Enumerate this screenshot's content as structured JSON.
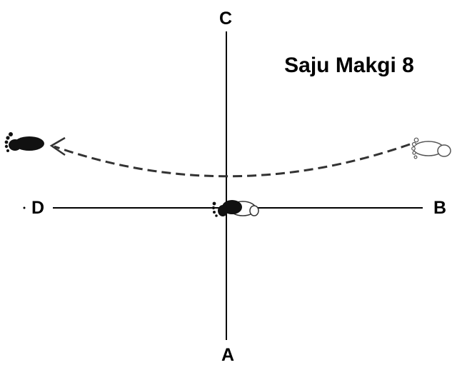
{
  "title": "Saju Makgi 8",
  "directions": {
    "top": "C",
    "bottom": "A",
    "left": "D",
    "right": "B"
  },
  "colors": {
    "background": "#ffffff",
    "lines": "#000000",
    "path": "#333333",
    "foot_solid": "#111111",
    "foot_outline": "#ffffff"
  },
  "icons": {
    "start_foot": "footprint-outline-icon",
    "center_foot": "footprint-pair-icon",
    "end_foot": "footprint-solid-icon",
    "movement": "dashed-arrow-icon"
  }
}
